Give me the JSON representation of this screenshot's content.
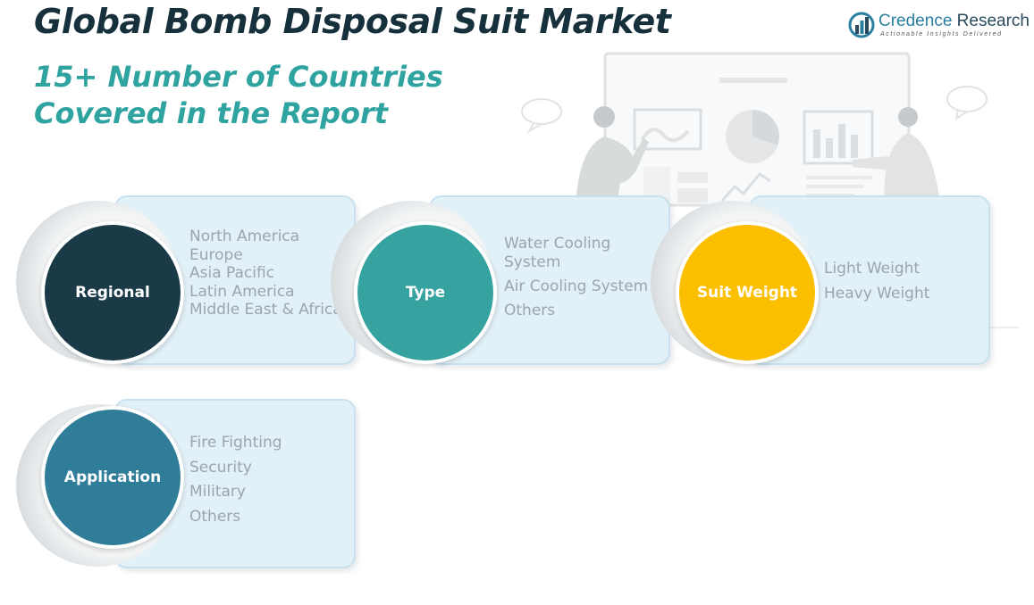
{
  "title": "Global Bomb Disposal Suit Market",
  "subtitle_line1": "15+ Number of Countries",
  "subtitle_line2": "Covered in the Report",
  "logo": {
    "name_part1": "Credence",
    "name_part2": " Research",
    "tagline": "Actionable Insights Delivered"
  },
  "segments": {
    "regional": {
      "label": "Regional",
      "color": "#1a3a48",
      "items": [
        "North America",
        "Europe",
        "Asia Pacific",
        "Latin America",
        "Middle East & Africa"
      ]
    },
    "type": {
      "label": "Type",
      "color": "#36a3a1",
      "items": [
        "Water Cooling",
        "System",
        "Air Cooling System",
        "Others"
      ]
    },
    "suit_weight": {
      "label": "Suit Weight",
      "color": "#fcbf00",
      "items": [
        "Light Weight",
        "Heavy Weight"
      ]
    },
    "application": {
      "label": "Application",
      "color": "#2f7d99",
      "items": [
        "Fire Fighting",
        "Security",
        "Military",
        "Others"
      ]
    }
  }
}
